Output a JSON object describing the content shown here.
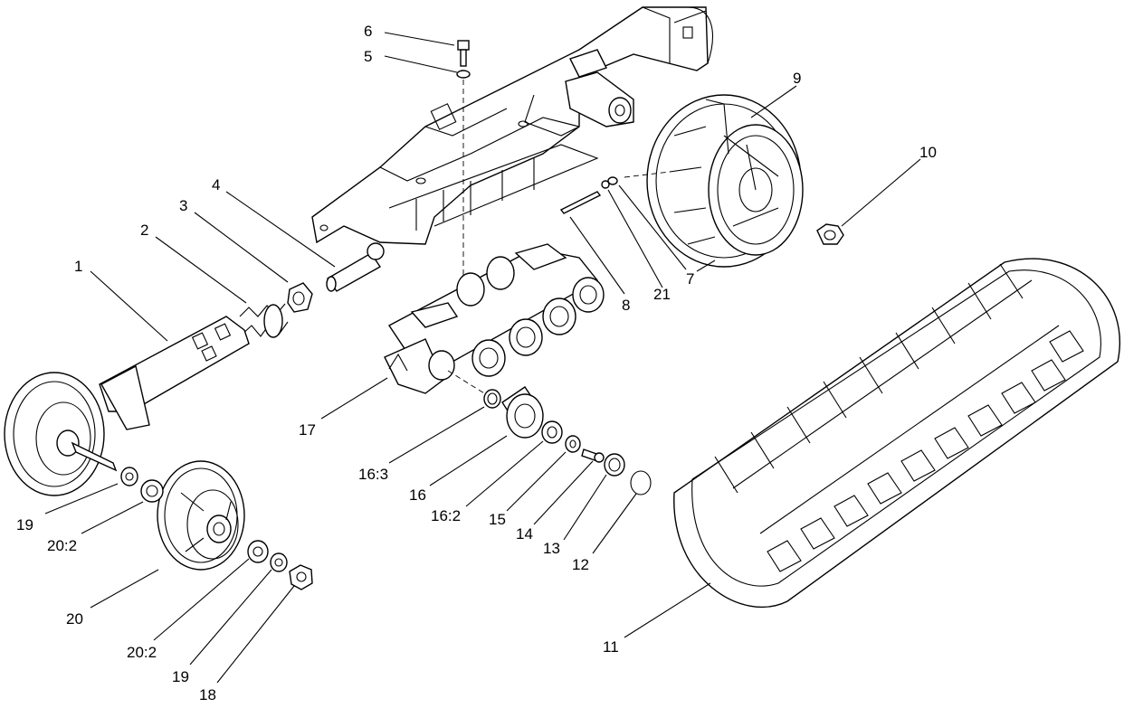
{
  "diagram": {
    "callouts": [
      {
        "id": "c1",
        "text": "1"
      },
      {
        "id": "c2",
        "text": "2"
      },
      {
        "id": "c3",
        "text": "3"
      },
      {
        "id": "c4",
        "text": "4"
      },
      {
        "id": "c5",
        "text": "5"
      },
      {
        "id": "c6",
        "text": "6"
      },
      {
        "id": "c7",
        "text": "7"
      },
      {
        "id": "c8",
        "text": "8"
      },
      {
        "id": "c9",
        "text": "9"
      },
      {
        "id": "c10",
        "text": "10"
      },
      {
        "id": "c11",
        "text": "11"
      },
      {
        "id": "c12",
        "text": "12"
      },
      {
        "id": "c13",
        "text": "13"
      },
      {
        "id": "c14",
        "text": "14"
      },
      {
        "id": "c15",
        "text": "15"
      },
      {
        "id": "c16",
        "text": "16"
      },
      {
        "id": "c16_2",
        "text": "16:2"
      },
      {
        "id": "c16_3",
        "text": "16:3"
      },
      {
        "id": "c17",
        "text": "17"
      },
      {
        "id": "c18",
        "text": "18"
      },
      {
        "id": "c19a",
        "text": "19"
      },
      {
        "id": "c19b",
        "text": "19"
      },
      {
        "id": "c20",
        "text": "20"
      },
      {
        "id": "c20_2a",
        "text": "20:2"
      },
      {
        "id": "c20_2b",
        "text": "20:2"
      },
      {
        "id": "c21",
        "text": "21"
      }
    ]
  }
}
